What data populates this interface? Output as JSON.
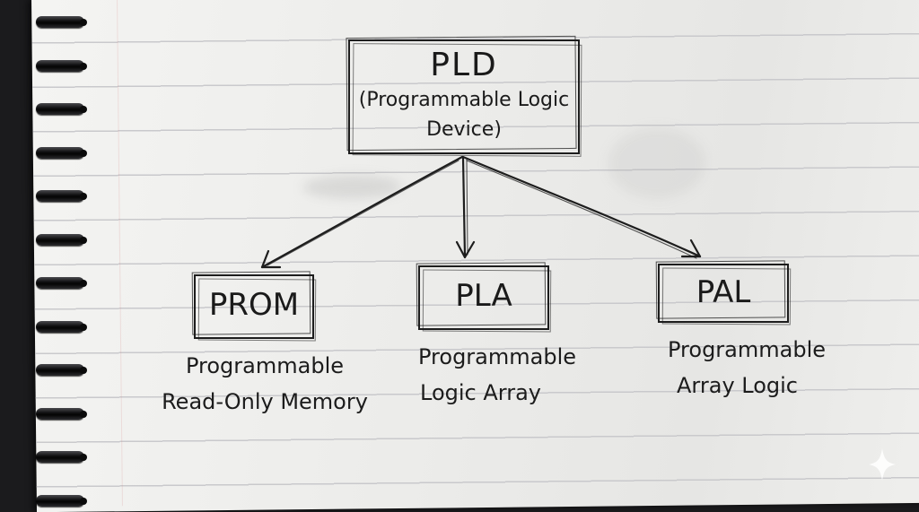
{
  "root": {
    "title": "PLD",
    "subtitle_line1": "(Programmable Logic",
    "subtitle_line2": "Device)"
  },
  "children": [
    {
      "acronym": "PROM",
      "desc_line1": "Programmable",
      "desc_line2": "Read-Only Memory"
    },
    {
      "acronym": "PLA",
      "desc_line1": "Programmable",
      "desc_line2": "Logic Array"
    },
    {
      "acronym": "PAL",
      "desc_line1": "Programmable",
      "desc_line2": "Array Logic"
    }
  ],
  "colors": {
    "ink": "#1d1d1d",
    "paper": "#ececea",
    "rule": "#c9c9cc",
    "spiral": "#0c0c0d"
  },
  "icons": [
    "sparkle-icon"
  ]
}
